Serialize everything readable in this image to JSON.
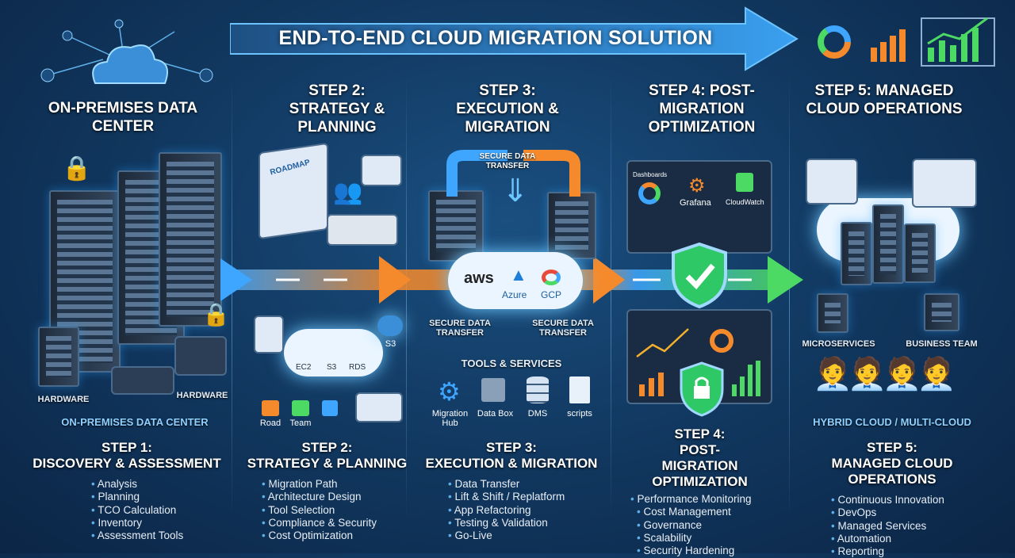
{
  "banner": {
    "title": "END-TO-END CLOUD MIGRATION SOLUTION"
  },
  "colors": {
    "background": "#123a63",
    "flow_blue": "#3ea6ff",
    "flow_orange": "#f58a2c",
    "flow_green": "#4cd964",
    "accent": "#8fd0ff"
  },
  "header": {
    "col1": "ON-PREMISES DATA CENTER",
    "col2": "STEP 2: STRATEGY & PLANNING",
    "col3": "STEP 3: EXECUTION & MIGRATION",
    "col4": "STEP 4: POST-MIGRATION OPTIMIZATION",
    "col5": "STEP 5: MANAGED CLOUD OPERATIONS"
  },
  "illustration": {
    "hardware_left": "HARDWARE",
    "hardware_right": "HARDWARE",
    "datacenter_caption": "ON-PREMISES DATA CENTER",
    "roadmap": "ROADMAP",
    "road": "Road",
    "team": "Team",
    "ec2": "EC2",
    "s3": "S3",
    "rds": "RDS",
    "s3_bucket": "S3",
    "secure_top": "SECURE DATA TRANSFER",
    "secure_left": "SECURE DATA TRANSFER",
    "secure_right": "SECURE DATA TRANSFER",
    "aws": "aws",
    "azure": "Azure",
    "gcp": "GCP",
    "tools_title": "TOOLS & SERVICES",
    "tools": [
      "Migration Hub",
      "Data Box",
      "DMS",
      "scripts"
    ],
    "dashboards": "Dashboards",
    "grafana": "Grafana",
    "cloudwatch": "CloudWatch",
    "microservices": "MICROSERVICES",
    "business_team": "BUSINESS TEAM",
    "hybrid": "HYBRID CLOUD / MULTI-CLOUD"
  },
  "steps": [
    {
      "title": "STEP 1:",
      "subtitle": "DISCOVERY & ASSESSMENT",
      "items": [
        "Analysis",
        "Planning",
        "TCO Calculation",
        "Inventory",
        "Assessment Tools"
      ]
    },
    {
      "title": "STEP 2:",
      "subtitle": "STRATEGY & PLANNING",
      "items": [
        "Migration Path",
        "Architecture Design",
        "Tool Selection",
        "Compliance & Security",
        "Cost Optimization"
      ]
    },
    {
      "title": "STEP 3:",
      "subtitle": "EXECUTION & MIGRATION",
      "items": [
        "Data Transfer",
        "Lift & Shift / Replatform",
        "App Refactoring",
        "Testing & Validation",
        "Go-Live"
      ]
    },
    {
      "title": "STEP 4:",
      "subtitle": "POST-MIGRATION OPTIMIZATION",
      "items": [
        "Performance Monitoring",
        "Cost Management",
        "Governance",
        "Scalability",
        "Security Hardening"
      ]
    },
    {
      "title": "STEP 5:",
      "subtitle": "MANAGED CLOUD OPERATIONS",
      "items": [
        "Continuous Innovation",
        "DevOps",
        "Managed Services",
        "Automation",
        "Reporting"
      ]
    }
  ]
}
